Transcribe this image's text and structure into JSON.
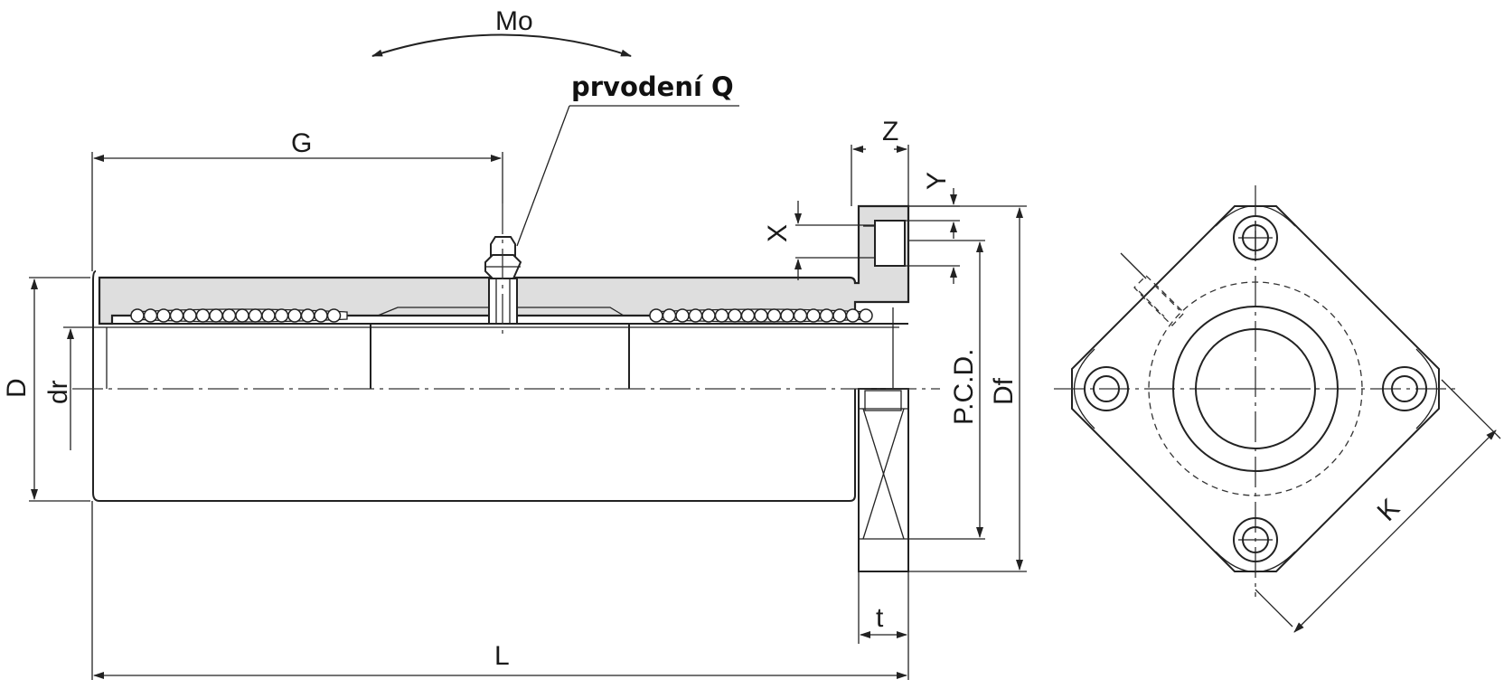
{
  "labels": {
    "moment": "Mo",
    "grease": "prvodení Q",
    "G": "G",
    "Z": "Z",
    "Y": "Y",
    "X": "X",
    "D": "D",
    "dr": "dr",
    "pcd": "P.C.D.",
    "Df": "Df",
    "t": "t",
    "L": "L",
    "K": "K"
  }
}
